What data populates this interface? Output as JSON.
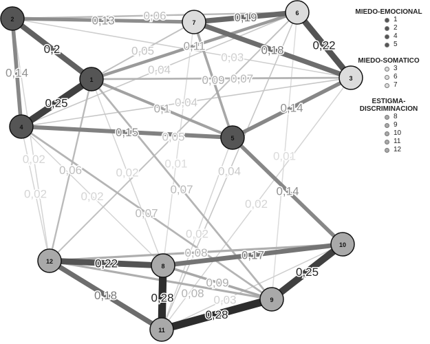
{
  "groups": [
    {
      "name": "MIEDO-EMOCIONAL",
      "color": "#555555",
      "members": [
        "1",
        "2",
        "4",
        "5"
      ]
    },
    {
      "name": "MIEDO-SOMATICO",
      "color": "#dcdcdc",
      "members": [
        "3",
        "6",
        "7"
      ]
    },
    {
      "name": "ESTIGMA-DISCRIMINACION",
      "color": "#a9a9a9",
      "members": [
        "8",
        "9",
        "10",
        "11",
        "12"
      ]
    }
  ],
  "nodes": [
    {
      "id": "1",
      "group": 0
    },
    {
      "id": "2",
      "group": 0
    },
    {
      "id": "3",
      "group": 1
    },
    {
      "id": "4",
      "group": 0
    },
    {
      "id": "5",
      "group": 0
    },
    {
      "id": "6",
      "group": 1
    },
    {
      "id": "7",
      "group": 1
    },
    {
      "id": "8",
      "group": 2
    },
    {
      "id": "9",
      "group": 2
    },
    {
      "id": "10",
      "group": 2
    },
    {
      "id": "11",
      "group": 2
    },
    {
      "id": "12",
      "group": 2
    }
  ],
  "edges": [
    {
      "a": "2",
      "b": "7",
      "w": 0.13,
      "label": "0,13"
    },
    {
      "a": "2",
      "b": "6",
      "w": 0.06,
      "label": "0,06"
    },
    {
      "a": "2",
      "b": "1",
      "w": 0.2,
      "label": "0,2"
    },
    {
      "a": "2",
      "b": "4",
      "w": 0.14,
      "label": "0,14"
    },
    {
      "a": "2",
      "b": "3",
      "w": 0.03,
      "label": "0,03"
    },
    {
      "a": "1",
      "b": "4",
      "w": 0.25,
      "label": "0,25"
    },
    {
      "a": "7",
      "b": "6",
      "w": 0.19,
      "label": "0,19"
    },
    {
      "a": "7",
      "b": "3",
      "w": 0.18,
      "label": "0,18"
    },
    {
      "a": "6",
      "b": "3",
      "w": 0.22,
      "label": "0,22"
    },
    {
      "a": "1",
      "b": "7",
      "w": 0.05,
      "label": "0,05"
    },
    {
      "a": "1",
      "b": "6",
      "w": 0.11,
      "label": "0,11"
    },
    {
      "a": "1",
      "b": "3",
      "w": 0.07,
      "label": "0,07"
    },
    {
      "a": "1",
      "b": "5",
      "w": 0.1,
      "label": "0,1"
    },
    {
      "a": "4",
      "b": "5",
      "w": 0.15,
      "label": "0,15"
    },
    {
      "a": "7",
      "b": "5",
      "w": 0.09,
      "label": "0,09"
    },
    {
      "a": "4",
      "b": "3",
      "w": 0.04,
      "label": "0,04"
    },
    {
      "a": "4",
      "b": "6",
      "w": 0.04,
      "label": "0,04"
    },
    {
      "a": "3",
      "b": "5",
      "w": 0.14,
      "label": "0,14"
    },
    {
      "a": "1",
      "b": "12",
      "w": 0.06,
      "label": "0,06"
    },
    {
      "a": "1",
      "b": "9",
      "w": 0.07,
      "label": "0,07"
    },
    {
      "a": "4",
      "b": "9",
      "w": 0.07,
      "label": "0,07"
    },
    {
      "a": "4",
      "b": "8",
      "w": 0.02,
      "label": "0,02"
    },
    {
      "a": "4",
      "b": "12",
      "w": 0.02,
      "label": "0,02"
    },
    {
      "a": "2",
      "b": "12",
      "w": 0.02,
      "label": "0,02"
    },
    {
      "a": "1",
      "b": "8",
      "w": 0.02,
      "label": "0,02"
    },
    {
      "a": "7",
      "b": "8",
      "w": 0.01,
      "label": "0,01"
    },
    {
      "a": "6",
      "b": "11",
      "w": 0.04,
      "label": "0,04"
    },
    {
      "a": "6",
      "b": "12",
      "w": 0.05,
      "label": "0,05"
    },
    {
      "a": "6",
      "b": "9",
      "w": 0.01,
      "label": "0,01"
    },
    {
      "a": "3",
      "b": "11",
      "w": 0.02,
      "label": "0,02"
    },
    {
      "a": "5",
      "b": "11",
      "w": 0.02,
      "label": "0,02"
    },
    {
      "a": "5",
      "b": "10",
      "w": 0.14,
      "label": "0,14"
    },
    {
      "a": "12",
      "b": "8",
      "w": 0.22,
      "label": "0,22"
    },
    {
      "a": "12",
      "b": "11",
      "w": 0.18,
      "label": "0,18"
    },
    {
      "a": "8",
      "b": "11",
      "w": 0.28,
      "label": "0,28"
    },
    {
      "a": "11",
      "b": "9",
      "w": 0.28,
      "label": "0,28"
    },
    {
      "a": "9",
      "b": "10",
      "w": 0.25,
      "label": "0,25"
    },
    {
      "a": "8",
      "b": "10",
      "w": 0.17,
      "label": "0,17"
    },
    {
      "a": "12",
      "b": "10",
      "w": 0.08,
      "label": "0,08"
    },
    {
      "a": "12",
      "b": "9",
      "w": 0.08,
      "label": "0,08"
    },
    {
      "a": "8",
      "b": "9",
      "w": 0.09,
      "label": "0,09"
    },
    {
      "a": "11",
      "b": "10",
      "w": 0.03,
      "label": "0,03"
    }
  ]
}
